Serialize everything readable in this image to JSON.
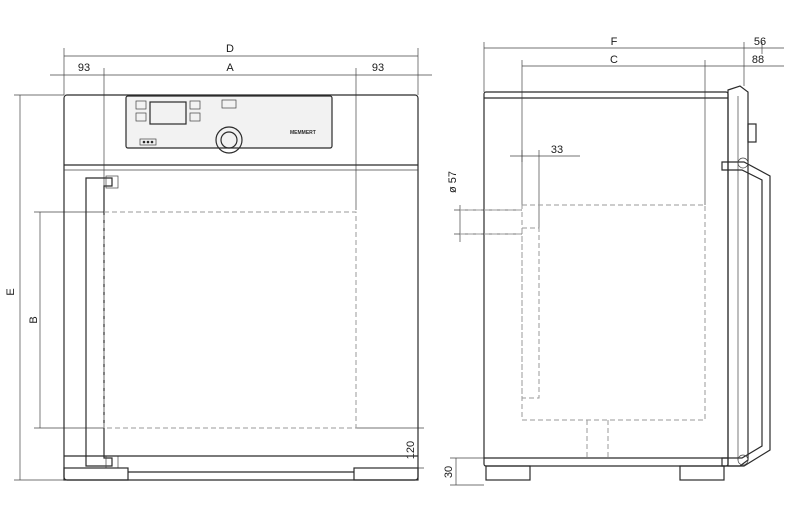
{
  "front_view": {
    "dimensions": {
      "D": "D",
      "A": "A",
      "left_93": "93",
      "right_93": "93",
      "B": "B",
      "E": "E",
      "h120": "120",
      "h30": "30"
    },
    "display_logo": "MEMMERT"
  },
  "side_view": {
    "dimensions": {
      "F": "F",
      "C": "C",
      "d56": "56",
      "d88": "88",
      "d33": "33",
      "dia57": "ø 57"
    }
  },
  "colors": {
    "line": "#2b2b2b",
    "hidden": "#9a9a9a",
    "panel": "#f2f2f2"
  }
}
